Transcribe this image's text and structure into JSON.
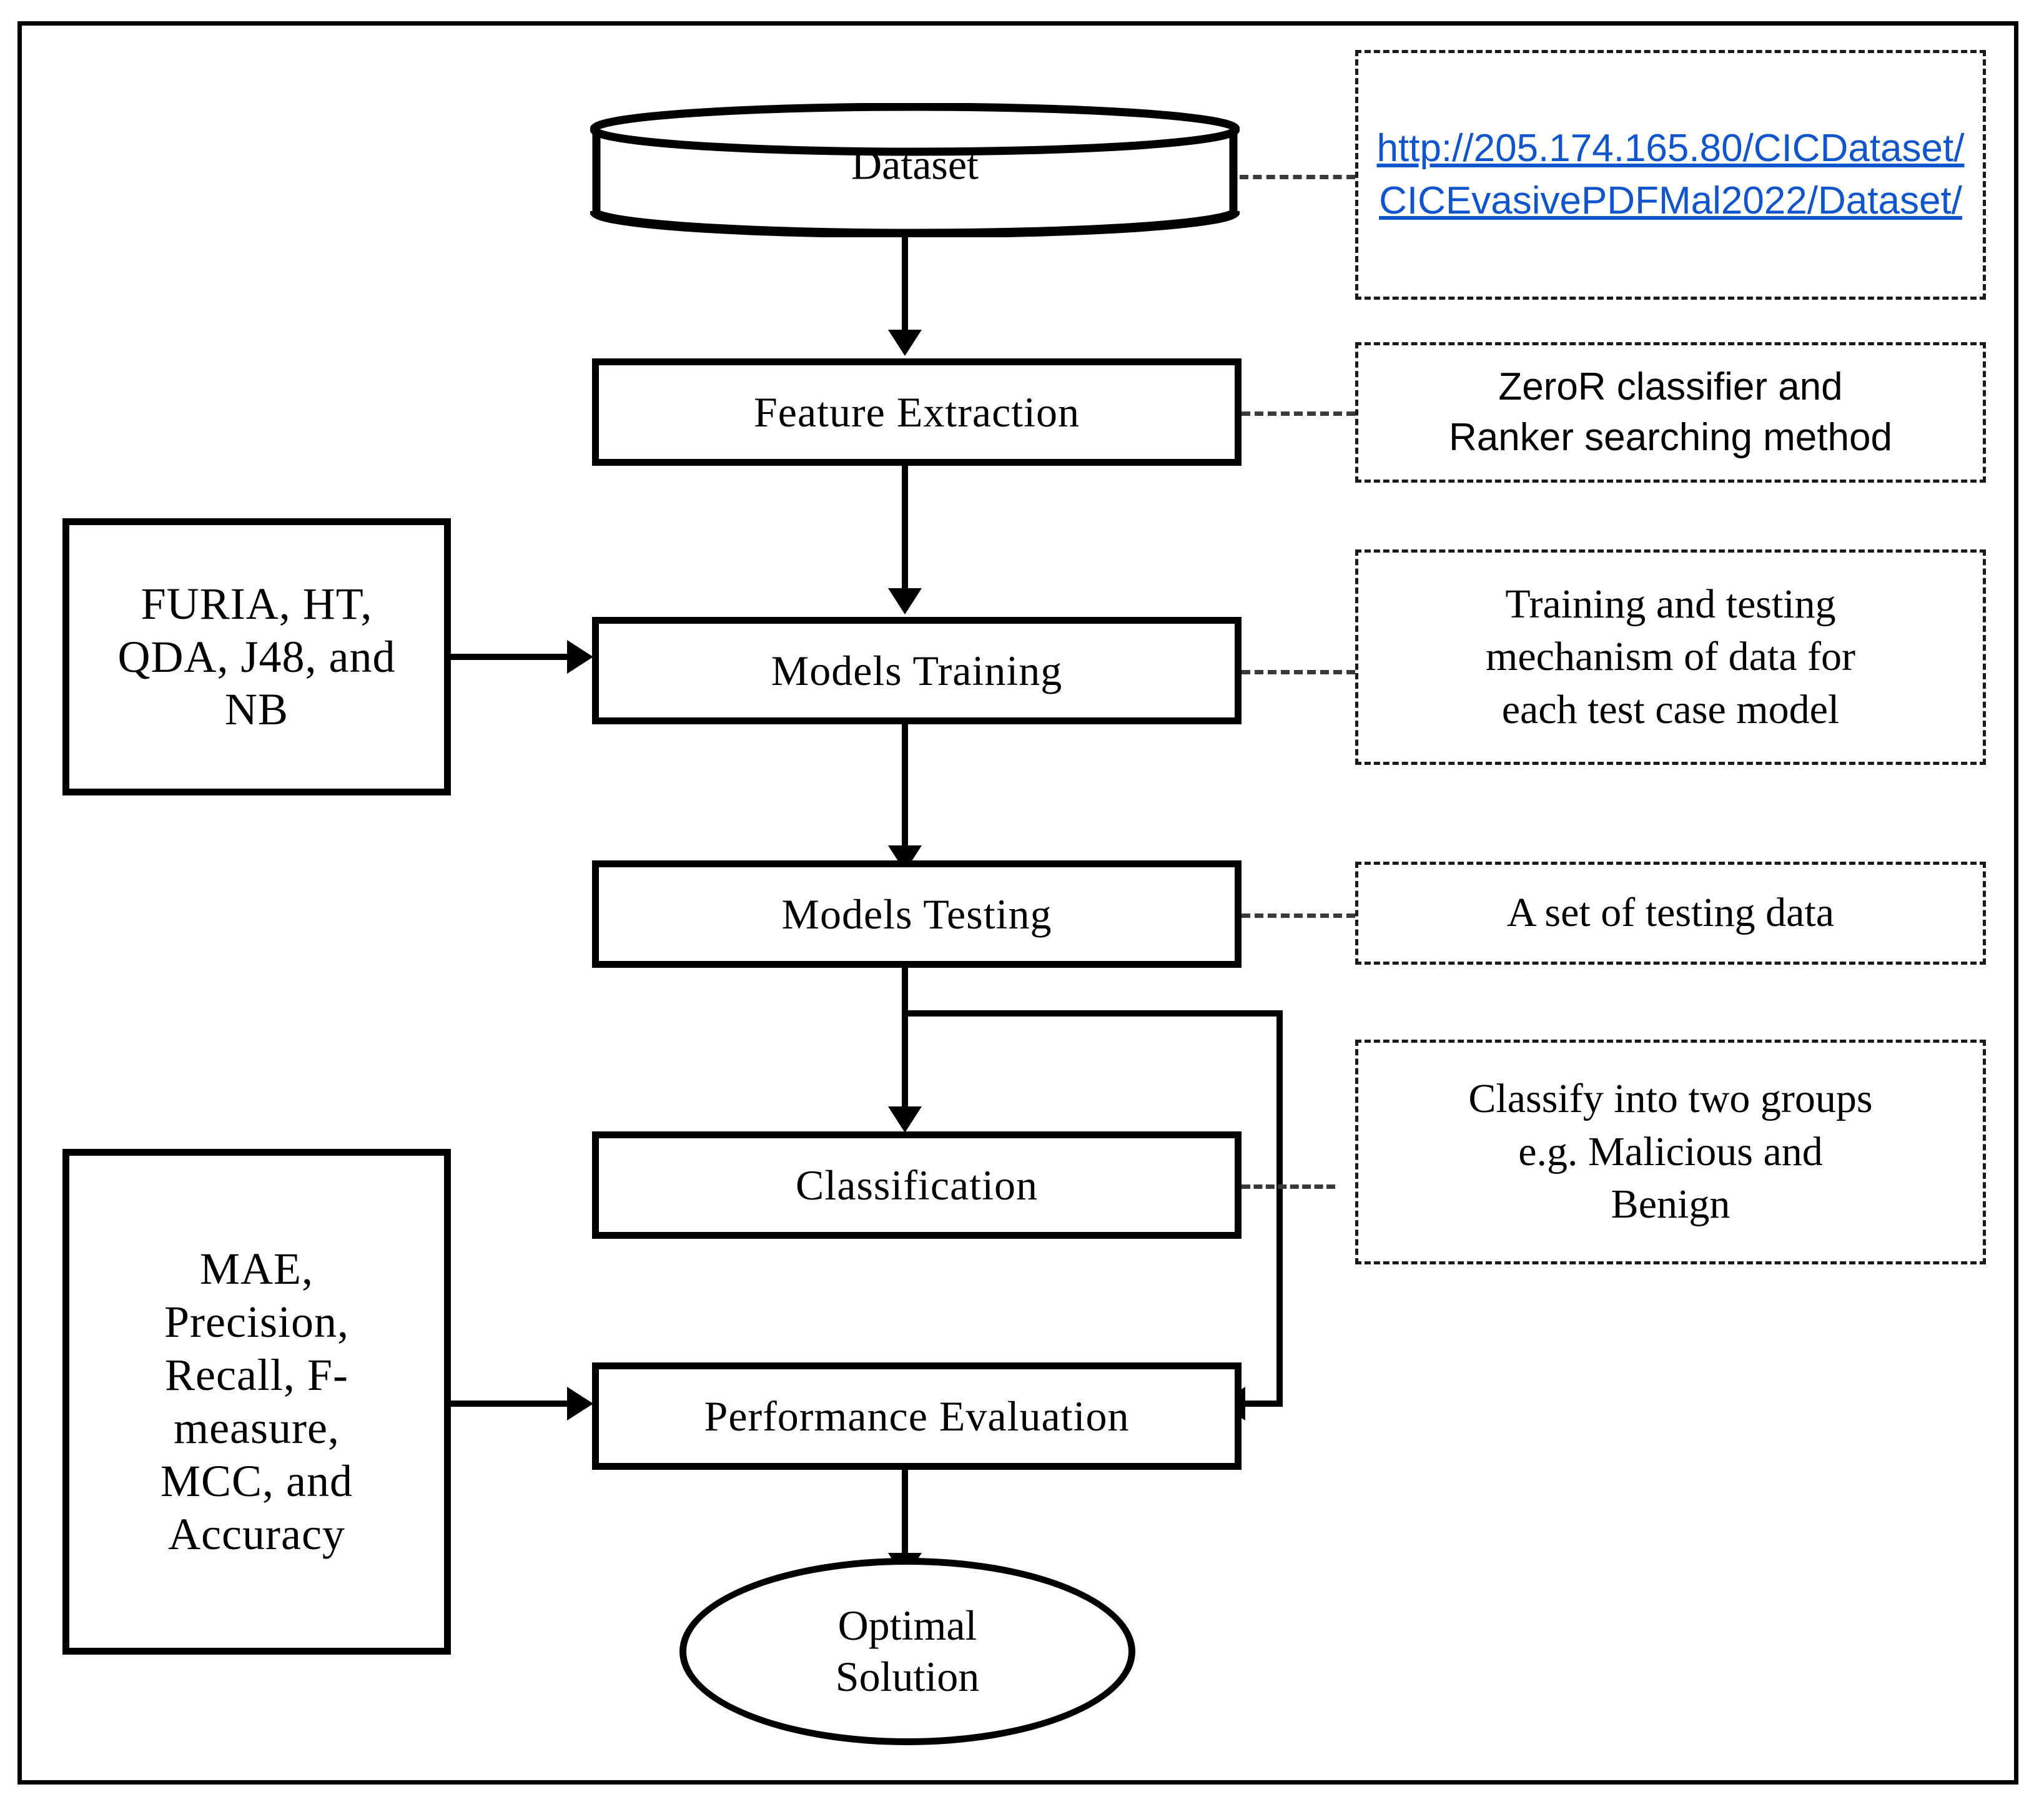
{
  "figure": {
    "type": "flowchart",
    "orientation": "top-to-bottom",
    "border_color": "#000000",
    "link_color": "#1155cc"
  },
  "nodes": {
    "dataset": {
      "label": "Dataset",
      "shape": "cylinder"
    },
    "feature_extraction": {
      "label": "Feature Extraction",
      "shape": "rectangle"
    },
    "models_training": {
      "label": "Models Training",
      "shape": "rectangle"
    },
    "models_testing": {
      "label": "Models Testing",
      "shape": "rectangle"
    },
    "classification": {
      "label": "Classification",
      "shape": "rectangle"
    },
    "performance_evaluation": {
      "label": "Performance  Evaluation",
      "shape": "rectangle"
    },
    "optimal_solution": {
      "label": "Optimal\nSolution",
      "shape": "ellipse"
    }
  },
  "inputs": {
    "algorithms": {
      "label": "FURIA,  HT,\nQDA,  J48,  and\nNB",
      "shape": "rectangle"
    },
    "metrics": {
      "label": "MAE,\nPrecision,\nRecall,  F-\nmeasure,\nMCC,  and\nAccuracy",
      "shape": "rectangle"
    }
  },
  "annotations": {
    "dataset_url": {
      "label": "http://205.174.165.80/CICDataset/CICEvasivePDFMal2022/Dataset/",
      "style": "dashed-box-link",
      "attached_to": "dataset"
    },
    "feature_extraction_note": {
      "label": "ZeroR classifier and\nRanker searching method",
      "style": "dashed-box",
      "attached_to": "feature_extraction"
    },
    "models_training_note": {
      "label": "Training  and  testing\nmechanism  of data for\neach test case model",
      "style": "dashed-box",
      "attached_to": "models_training"
    },
    "models_testing_note": {
      "label": "A set of testing data",
      "style": "dashed-box",
      "attached_to": "models_testing"
    },
    "classification_note": {
      "label": "Classify into two groups\ne.g. Malicious  and\nBenign",
      "style": "dashed-box",
      "attached_to": "classification"
    }
  },
  "edges": [
    {
      "from": "dataset",
      "to": "feature_extraction",
      "style": "solid-arrow"
    },
    {
      "from": "feature_extraction",
      "to": "models_training",
      "style": "solid-arrow"
    },
    {
      "from": "algorithms",
      "to": "models_training",
      "style": "solid-arrow"
    },
    {
      "from": "models_training",
      "to": "models_testing",
      "style": "solid-arrow"
    },
    {
      "from": "models_testing",
      "to": "classification",
      "style": "solid-arrow"
    },
    {
      "from": "models_testing",
      "to": "performance_evaluation",
      "style": "solid-arrow-bypass-right"
    },
    {
      "from": "metrics",
      "to": "performance_evaluation",
      "style": "solid-arrow"
    },
    {
      "from": "performance_evaluation",
      "to": "optimal_solution",
      "style": "solid-arrow"
    },
    {
      "from": "dataset",
      "to": "dataset_url",
      "style": "dashed"
    },
    {
      "from": "feature_extraction",
      "to": "feature_extraction_note",
      "style": "dashed"
    },
    {
      "from": "models_training",
      "to": "models_training_note",
      "style": "dashed"
    },
    {
      "from": "models_testing",
      "to": "models_testing_note",
      "style": "dashed"
    },
    {
      "from": "classification",
      "to": "classification_note",
      "style": "dashed"
    }
  ]
}
